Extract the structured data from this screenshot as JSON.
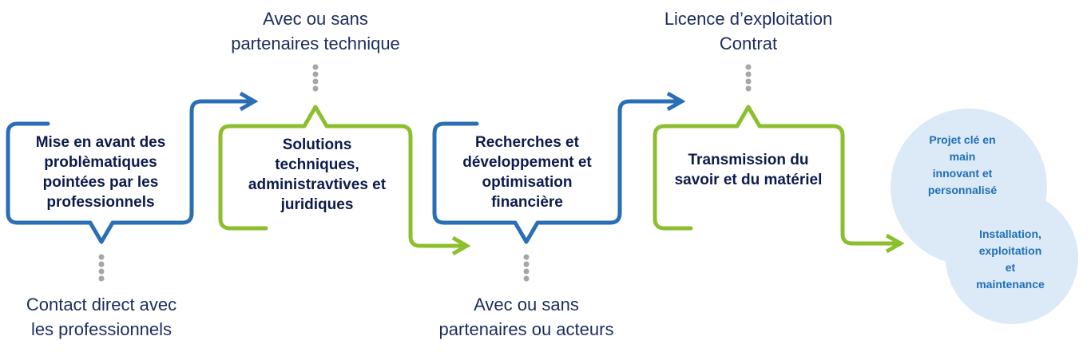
{
  "colors": {
    "blue_stroke": "#2a6fb5",
    "green_stroke": "#8cbf2e",
    "dots": "#a6a6a6",
    "step_text": "#0d1b4c",
    "note_text": "#1c2c5e",
    "circle_fill": "#dce9f6",
    "circle_text": "#1f6fb8"
  },
  "steps": [
    {
      "label": "Mise en avant des\nproblèmatiques\npointées par les\nprofessionnels",
      "color": "blue"
    },
    {
      "label": "Solutions\ntechniques,\nadministravtives et\njuridiques",
      "color": "green"
    },
    {
      "label": "Recherches et\ndéveloppement et\noptimisation\nfinancière",
      "color": "blue"
    },
    {
      "label": "Transmission du\nsavoir et du matériel",
      "color": "green"
    }
  ],
  "notes": {
    "top_1": "Avec ou sans\npartenaires technique",
    "top_2": "Licence d’exploitation\nContrat",
    "bottom_1": "Contact direct avec\nles professionnels",
    "bottom_2": "Avec ou sans\npartenaires ou acteurs"
  },
  "outcomes": [
    {
      "label": "Projet clé en\nmain\ninnovant et\npersonnalisé"
    },
    {
      "label": "Installation,\nexploitation\net\nmaintenance"
    }
  ]
}
